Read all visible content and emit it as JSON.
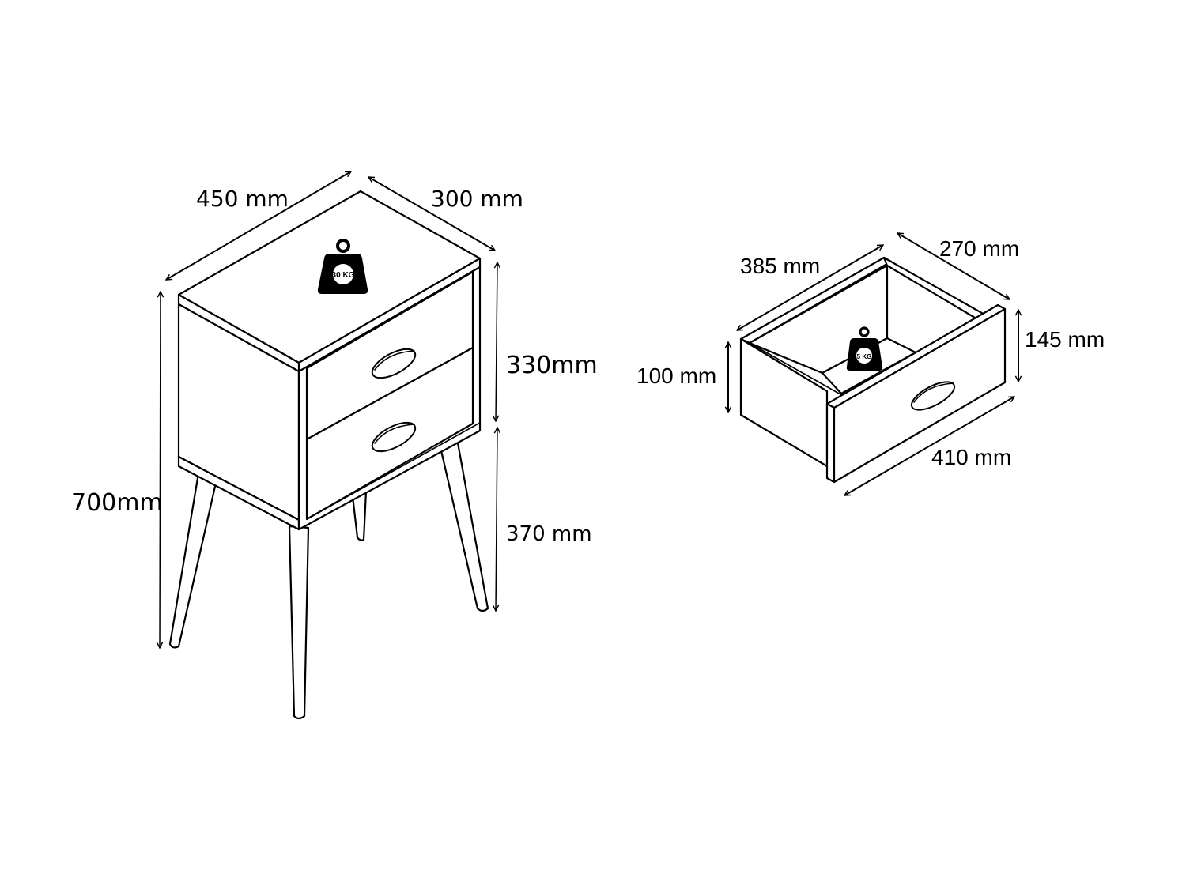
{
  "nightstand": {
    "width_label": "450 mm",
    "depth_label": "300 mm",
    "body_height_label": "330mm",
    "leg_height_label": "370 mm",
    "total_height_label": "700mm",
    "max_load_label": "30 KG",
    "drawer_count": 2
  },
  "drawer": {
    "inner_depth_label": "385 mm",
    "inner_width_label": "270 mm",
    "side_height_label": "100 mm",
    "front_height_label": "145 mm",
    "front_width_label": "410 mm",
    "max_load_label": "5 KG"
  },
  "colors": {
    "line": "#000000",
    "background": "#ffffff"
  }
}
